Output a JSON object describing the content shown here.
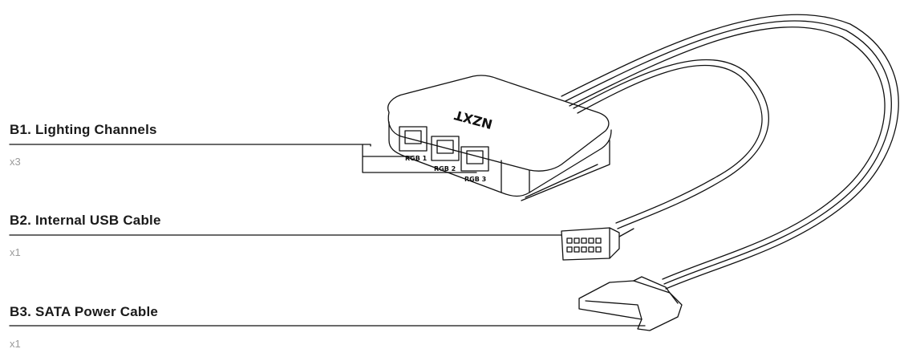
{
  "components": [
    {
      "label": "B1.  Lighting Channels",
      "quantity": "x3"
    },
    {
      "label": "B2.  Internal USB Cable",
      "quantity": "x1"
    },
    {
      "label": "B3.  SATA Power Cable",
      "quantity": "x1"
    }
  ],
  "device": {
    "brand": "NZXT",
    "ports": [
      "RGB 1",
      "RGB 2",
      "RGB 3"
    ]
  },
  "colors": {
    "line": "#111111",
    "label": "#1a1a1a",
    "quantity": "#9a9a9a"
  }
}
